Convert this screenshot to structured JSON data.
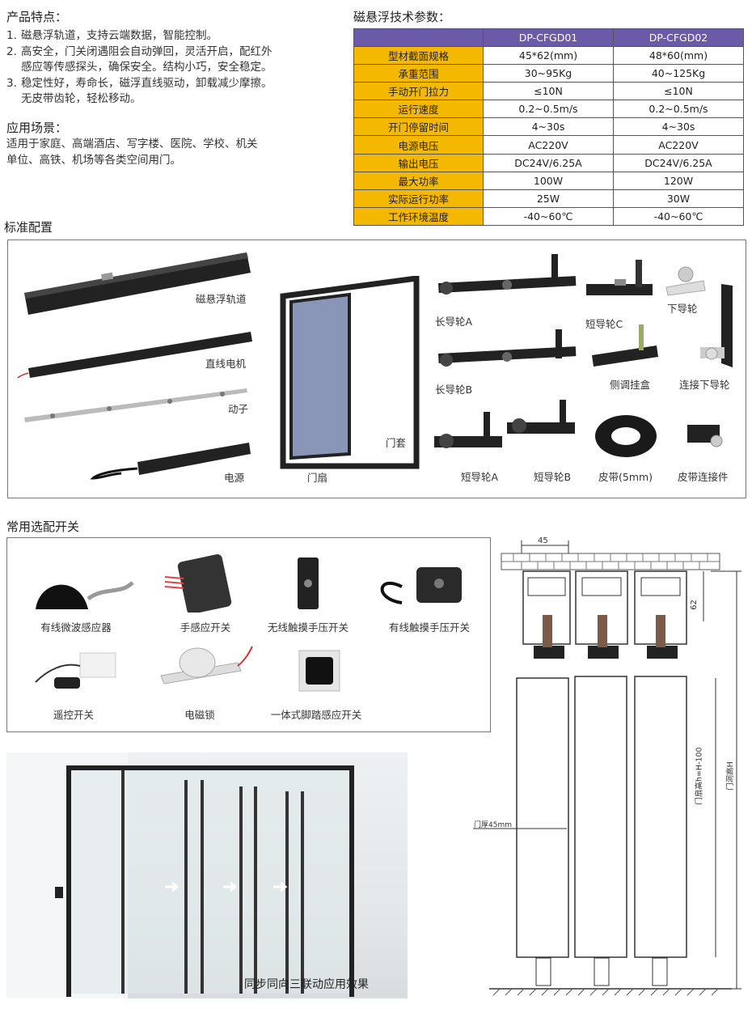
{
  "features": {
    "heading": "产品特点：",
    "items": [
      {
        "n": "1.",
        "lines": [
          "磁悬浮轨道，支持云端数据，智能控制。"
        ]
      },
      {
        "n": "2.",
        "lines": [
          "高安全，门关闭遇阻会自动弹回，灵活开启，配红外",
          "感应等传感探头，确保安全。结构小巧，安全稳定。"
        ]
      },
      {
        "n": "3.",
        "lines": [
          "稳定性好，寿命长，磁浮直线驱动，卸载减少摩擦。",
          "无皮带齿轮，轻松移动。"
        ]
      }
    ]
  },
  "scenes": {
    "heading": "应用场景：",
    "lines": [
      "适用于家庭、高端酒店、写字楼、医院、学校、机关",
      "单位、高铁、机场等各类空间用门。"
    ]
  },
  "spec": {
    "heading": "磁悬浮技术参数：",
    "models": [
      "DP-CFGD01",
      "DP-CFGD02"
    ],
    "rows": [
      {
        "label": "型材截面规格",
        "v1": "45*62(mm)",
        "v2": "48*60(mm)"
      },
      {
        "label": "承重范围",
        "v1": "30~95Kg",
        "v2": "40~125Kg"
      },
      {
        "label": "手动开门拉力",
        "v1": "≤10N",
        "v2": "≤10N"
      },
      {
        "label": "运行速度",
        "v1": "0.2~0.5m/s",
        "v2": "0.2~0.5m/s"
      },
      {
        "label": "开门停留时间",
        "v1": "4~30s",
        "v2": "4~30s"
      },
      {
        "label": "电源电压",
        "v1": "AC220V",
        "v2": "AC220V"
      },
      {
        "label": "输出电压",
        "v1": "DC24V/6.25A",
        "v2": "DC24V/6.25A"
      },
      {
        "label": "最大功率",
        "v1": "100W",
        "v2": "120W"
      },
      {
        "label": "实际运行功率",
        "v1": "25W",
        "v2": "30W"
      },
      {
        "label": "工作环境温度",
        "v1": "-40~60℃",
        "v2": "-40~60℃"
      }
    ]
  },
  "standard": {
    "heading": "标准配置",
    "labels": {
      "track": "磁悬浮轨道",
      "motor": "直线电机",
      "mover": "动子",
      "power": "电源",
      "door_leaf": "门扇",
      "door_frame": "门套",
      "long_a": "长导轮A",
      "short_c": "短导轮C",
      "lower_guide": "下导轮",
      "long_b": "长导轮B",
      "side_box": "侧调挂盒",
      "conn_lower": "连接下导轮",
      "short_a": "短导轮A",
      "short_b": "短导轮B",
      "belt": "皮带(5mm)",
      "belt_conn": "皮带连接件"
    }
  },
  "switches": {
    "heading": "常用选配开关",
    "items": [
      "有线微波感应器",
      "手感应开关",
      "无线触摸手压开关",
      "有线触摸手压开关",
      "遥控开关",
      "电磁锁",
      "一体式脚踏感应开关"
    ]
  },
  "photo": {
    "caption": "同步同向三联动应用效果"
  },
  "drawing": {
    "dim_top": "45",
    "dim_side": "62",
    "door_thickness": "门厚45mm",
    "leaf_height": "门扇高h=H-100",
    "opening_height": "门洞高H"
  }
}
